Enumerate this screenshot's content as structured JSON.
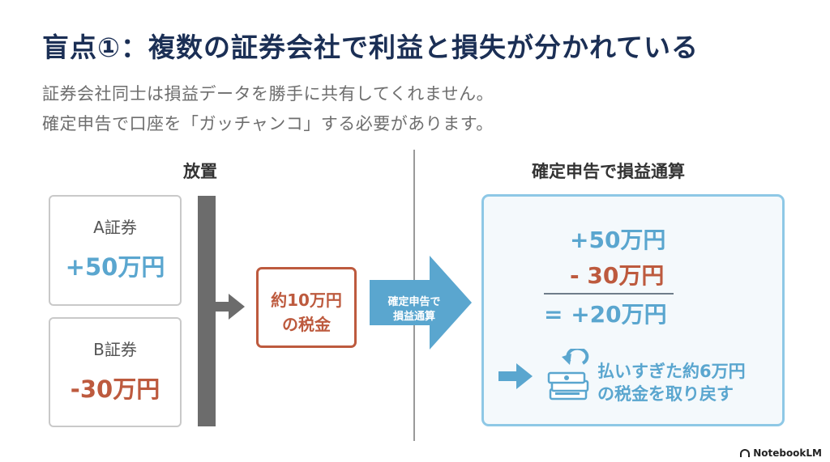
{
  "slide": {
    "title": "盲点①：複数の証券会社で利益と損失が分かれている",
    "subtitle_lines": [
      "証券会社同士は損益データを勝手に共有してくれません。",
      "確定申告で口座を「ガッチャンコ」する必要があります。"
    ]
  },
  "left_section": {
    "heading": "放置",
    "accounts": [
      {
        "name": "A証券",
        "value": "+50万円"
      },
      {
        "name": "B証券",
        "value": "-30万円"
      }
    ],
    "tax_box": {
      "line1": "約10万円",
      "line2": "の税金"
    }
  },
  "transition_arrow": {
    "line1": "確定申告で",
    "line2": "損益通算"
  },
  "right_section": {
    "heading": "確定申告で損益通算",
    "calc": {
      "line1": "+50万円",
      "line2": "- 30万円",
      "result": "= +20万円"
    },
    "refund": {
      "line1": "払いすぎた約6万円",
      "line2": "の税金を取り戻す"
    }
  },
  "icons": [
    "right-arrow-icon",
    "money-refund-icon",
    "notebooklm-logo-icon"
  ],
  "colors": {
    "title": "#1b2f55",
    "positive": "#5aa6cf",
    "negative": "#bd5a3e",
    "bar": "#6c6c6c",
    "result_border": "#8ec8e6"
  },
  "branding": {
    "label": "NotebookLM"
  }
}
